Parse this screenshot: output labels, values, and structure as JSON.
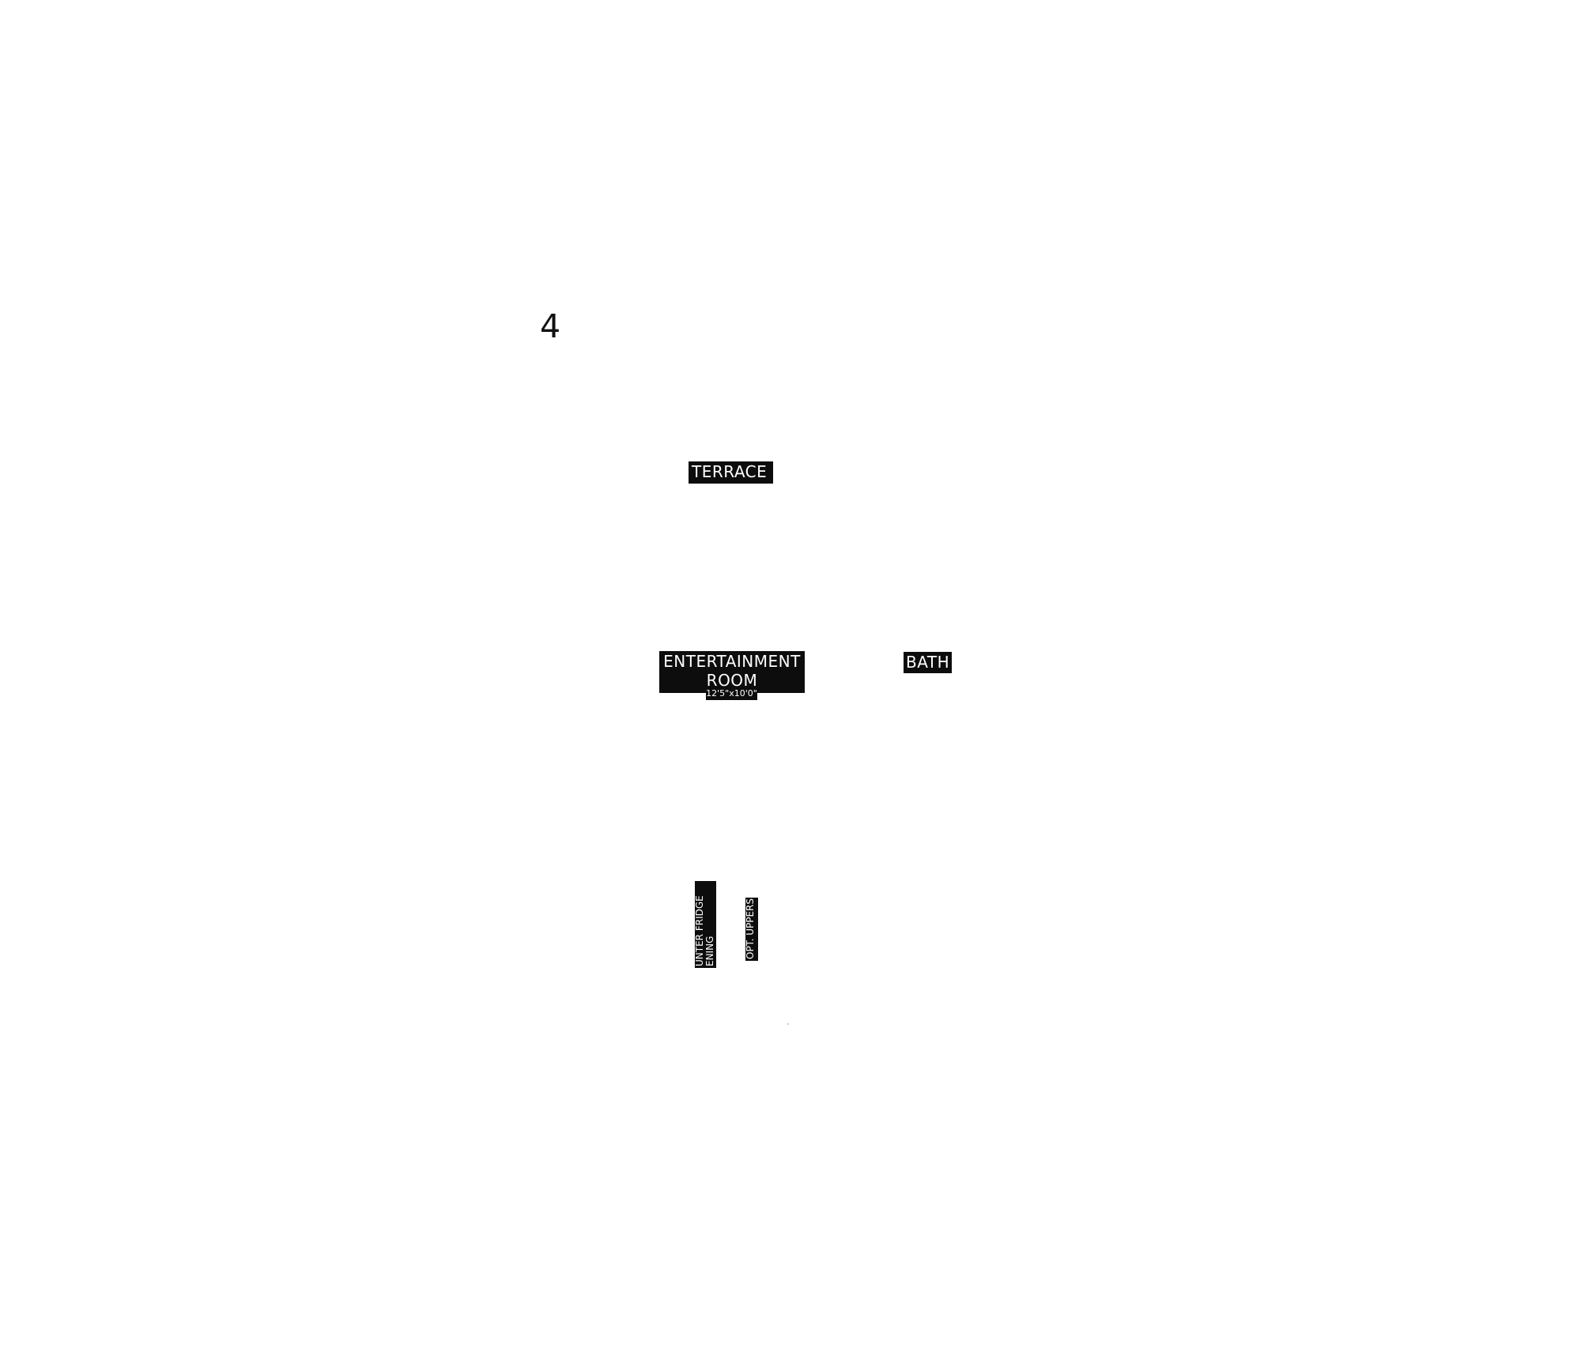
{
  "floor_plan": {
    "floor_number": "4",
    "rooms": {
      "terrace": "TERRACE",
      "entertainment_line1": "ENTERTAINMENT",
      "entertainment_line2": "ROOM",
      "entertainment_dimensions": "12'5\"x10'0\"",
      "bath": "BATH"
    },
    "annotations": {
      "fridge_line1": "UNTER FRIDGE",
      "fridge_line2": "ENING",
      "uppers": "OPT. UPPERS"
    },
    "colors": {
      "label_background": "#0d0d0d",
      "label_text": "#ffffff",
      "background": "#ffffff"
    }
  }
}
